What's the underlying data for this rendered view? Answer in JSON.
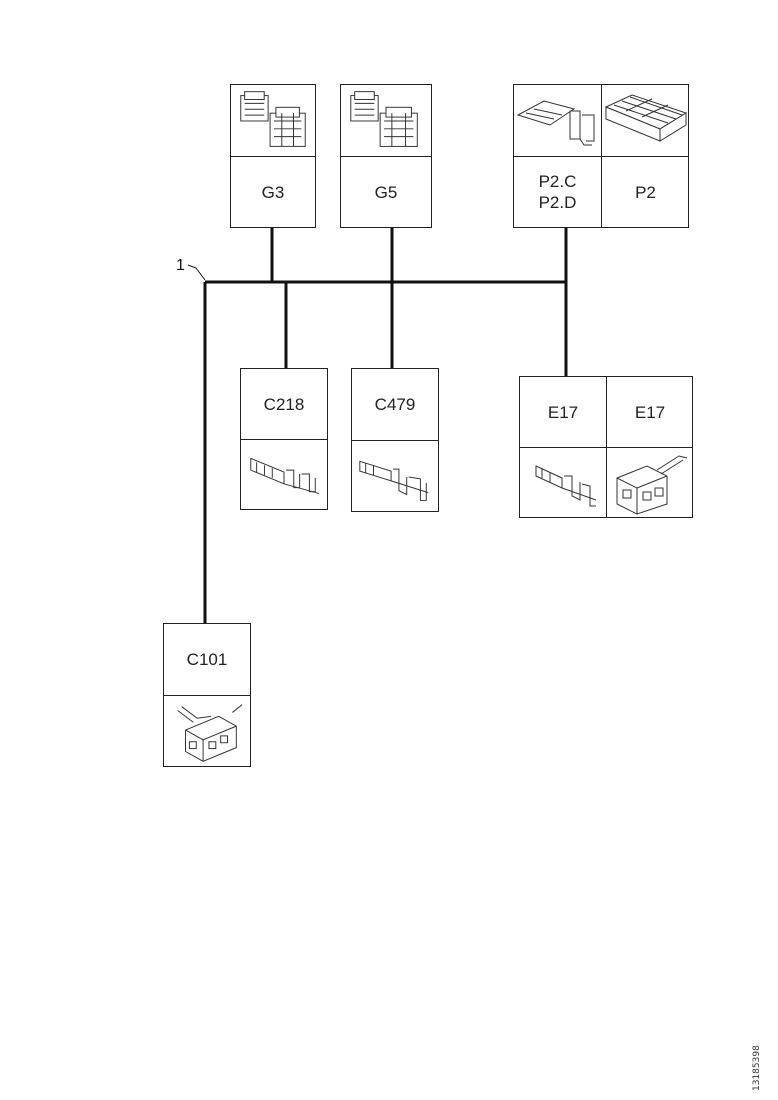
{
  "wire_label": "1",
  "connectors": {
    "g3": {
      "label": "G3",
      "icon": "twin-block-connector-icon"
    },
    "g5": {
      "label": "G5",
      "icon": "twin-block-connector-icon"
    },
    "p2cd": {
      "label_line1": "P2.C",
      "label_line2": "P2.D",
      "icon": "terminal-strip-icon"
    },
    "p2": {
      "label": "P2",
      "icon": "multi-pin-housing-icon"
    },
    "c218": {
      "label": "C218",
      "icon": "crimp-terminal-icon"
    },
    "c479": {
      "label": "C479",
      "icon": "crimp-terminal-icon"
    },
    "e17a": {
      "label": "E17",
      "icon": "crimp-terminal-icon"
    },
    "e17b": {
      "label": "E17",
      "icon": "harness-connector-icon"
    },
    "c101": {
      "label": "C101",
      "icon": "harness-connector-icon"
    }
  },
  "figure_ref": "13185398",
  "colors": {
    "line": "#111111",
    "box": "#222222"
  }
}
